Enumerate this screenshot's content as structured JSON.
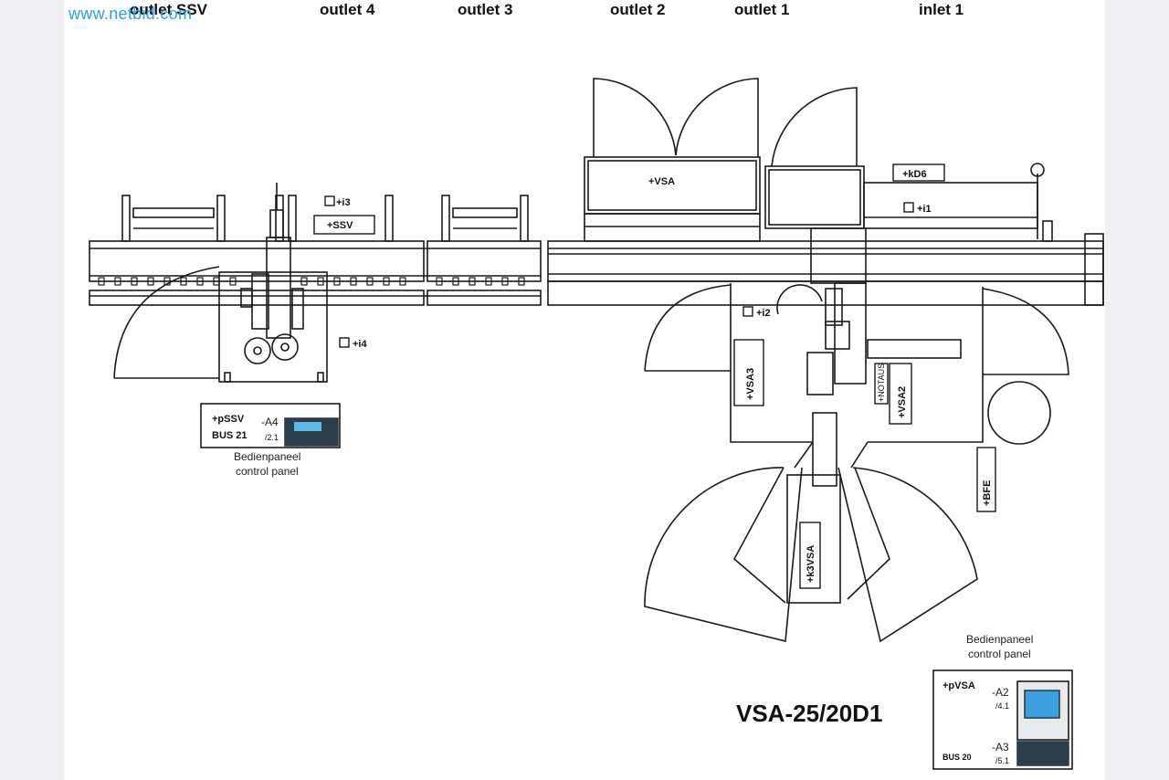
{
  "watermark": "www.netbid.com",
  "headers": {
    "outlet_ssv": "outlet SSV",
    "outlet_4": "outlet 4",
    "outlet_3": "outlet 3",
    "outlet_2": "outlet 2",
    "outlet_1": "outlet 1",
    "inlet_1": "inlet 1"
  },
  "tags": {
    "vsa": "+VSA",
    "kd6": "+kD6",
    "i1": "+i1",
    "i2": "+i2",
    "i3": "+i3",
    "i4": "+i4",
    "ssv": "+SSV",
    "vsa3": "+VSA3",
    "vsa2": "+VSA2",
    "vsa2_side": "+NOTAUS",
    "bfe": "+BFE",
    "k3vsa": "+k3VSA"
  },
  "panel_left": {
    "title": "+pSSV",
    "bus": "BUS 21",
    "addr": "-A4",
    "ref": "/2.1",
    "caption_de": "Bedienpaneel",
    "caption_en": "control panel"
  },
  "panel_right": {
    "title": "+pVSA",
    "bus": "BUS 20",
    "addr_a2": "-A2",
    "ref_a2": "/4.1",
    "addr_a3": "-A3",
    "ref_a3": "/5.1",
    "caption_de": "Bedienpaneel",
    "caption_en": "control panel"
  },
  "model": "VSA-25/20D1",
  "colors": {
    "line": "#1a1a1a",
    "watermark": "#27a3e8",
    "screen": "#3aa0e0",
    "panel_dark": "#2c3e4a"
  }
}
